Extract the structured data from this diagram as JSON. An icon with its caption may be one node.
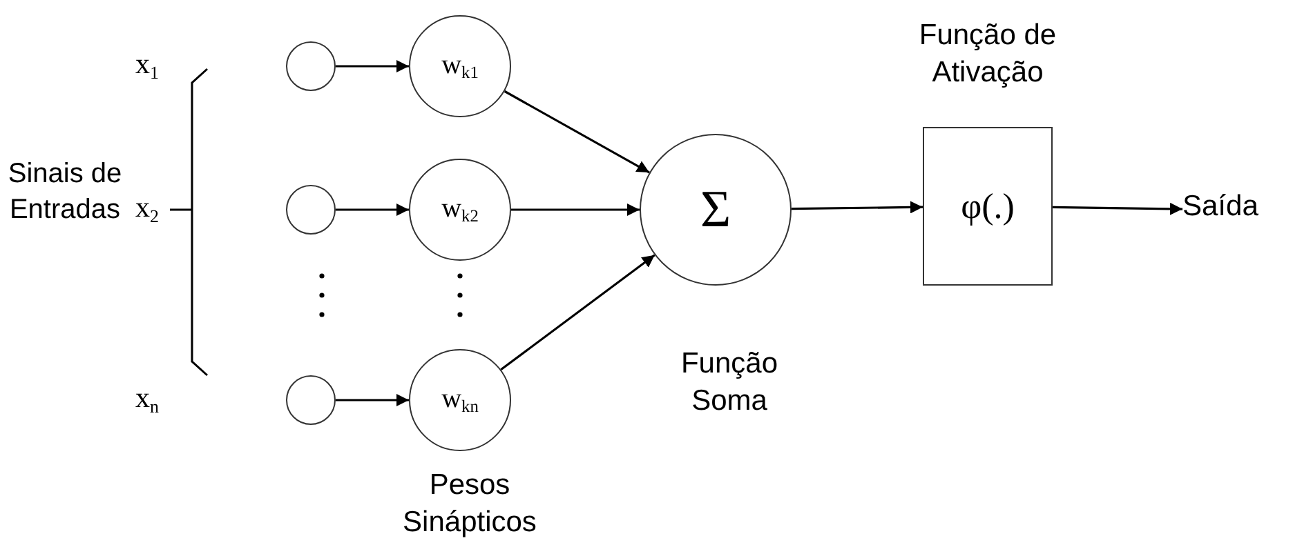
{
  "diagram": {
    "nodes": [
      {
        "text": [],
        "shape": "circle"
      },
      {
        "text": [],
        "shape": "circle"
      },
      {
        "text": [],
        "shape": "circle"
      },
      {
        "text": [
          "w$_{k1}$"
        ]
      },
      {
        "text": [
          "w$_{k2}$"
        ]
      },
      {
        "text": [
          "w$_{kn}$"
        ]
      },
      {
        "text": [
          "Σ"
        ],
        "beside": [
          "Função Soma"
        ]
      },
      {
        "text": [
          "Função de Ativação",
          "φ(.)"
        ]
      },
      {
        "text": [
          "Saída"
        ]
      }
    ],
    "edges": [
      {
        "from": 0,
        "to": 3,
        "arrow": "to"
      },
      {
        "from": 1,
        "to": 4,
        "arrow": "to"
      },
      {
        "from": 2,
        "to": 5,
        "arrow": "to"
      },
      {
        "from": 3,
        "to": 6,
        "arrow": "to"
      },
      {
        "from": 4,
        "to": 6,
        "arrow": "to"
      },
      {
        "from": 5,
        "to": 6,
        "arrow": "to"
      },
      {
        "from": 6,
        "to": 7,
        "arrow": "to"
      },
      {
        "from": 7,
        "to": 8,
        "arrow": "to"
      }
    ],
    "labels": [
      "x$_{1}$",
      "Sinais de Entradas",
      "x$_{2}$",
      "x$_{n}$",
      "Pesos Sinápticos"
    ]
  }
}
